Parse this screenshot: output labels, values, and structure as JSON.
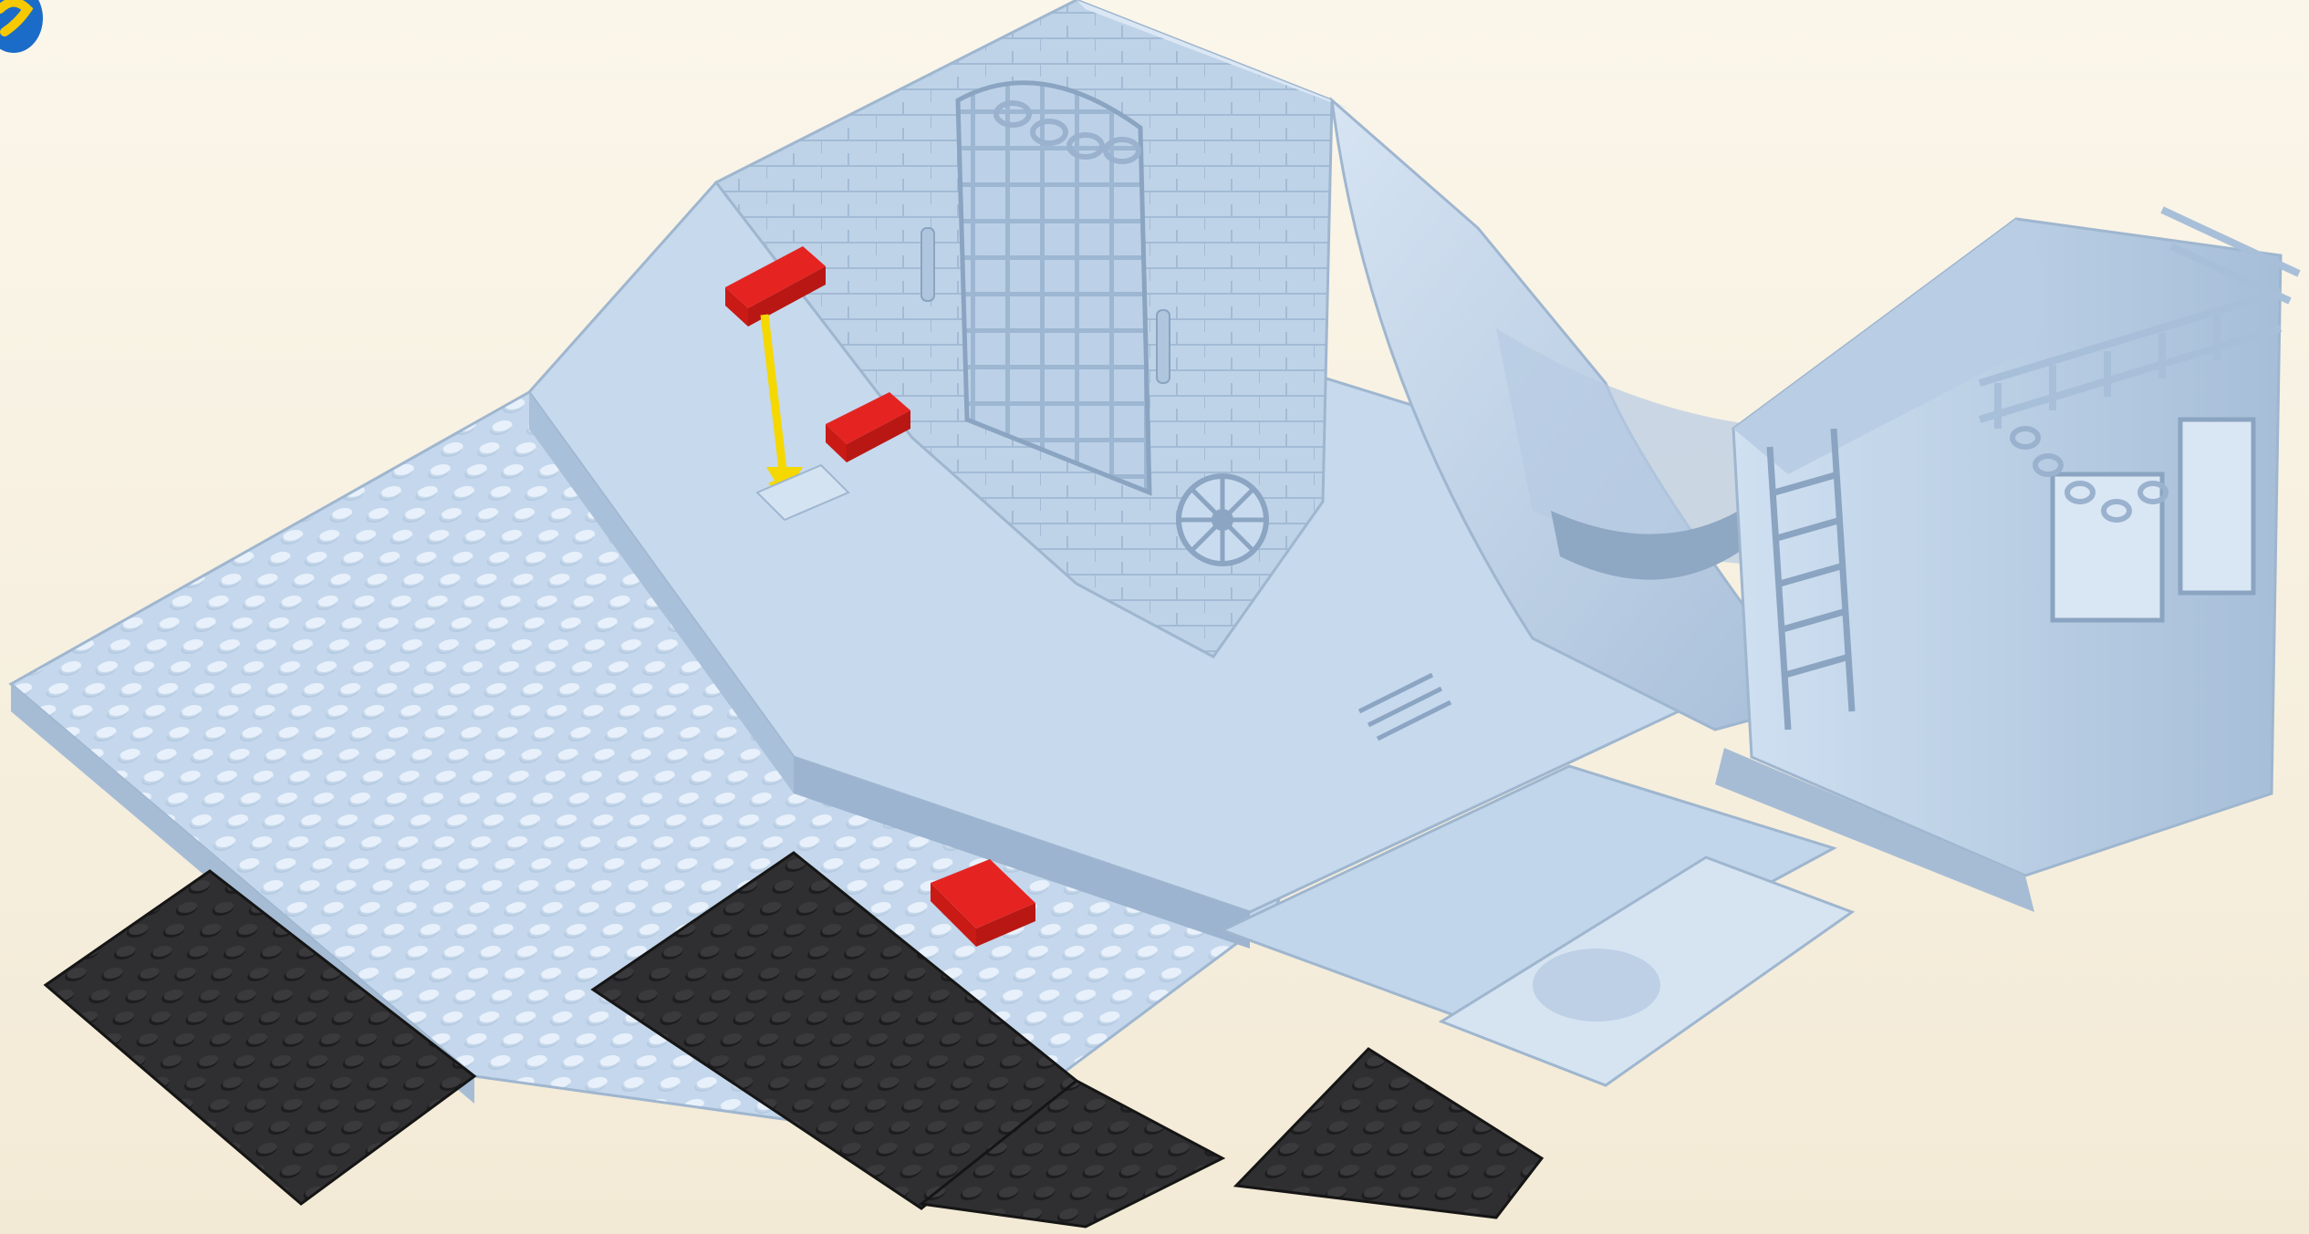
{
  "scene": {
    "description_label": "",
    "corner_icon": "app-logo-icon",
    "colors": {
      "background": "#f7f1e3",
      "model_light": "#c9dcef",
      "model_mid": "#b3c9e0",
      "model_dark": "#8fa8c2",
      "highlight_new_parts": "#e52421",
      "base_plate_dark": "#2b2b2b",
      "arrow": "#f5d800",
      "logo_blue": "#1a6cc8",
      "logo_yellow": "#f7c900"
    },
    "new_parts": [
      {
        "part": "red-tile-1x2-upper",
        "icon": "red-brick-icon"
      },
      {
        "part": "red-tile-1x2-middle",
        "icon": "red-brick-icon"
      },
      {
        "part": "red-tile-1x2-lower",
        "icon": "red-brick-icon"
      }
    ],
    "callouts": [
      {
        "type": "placement-arrow",
        "icon": "arrow-down-icon"
      }
    ]
  }
}
